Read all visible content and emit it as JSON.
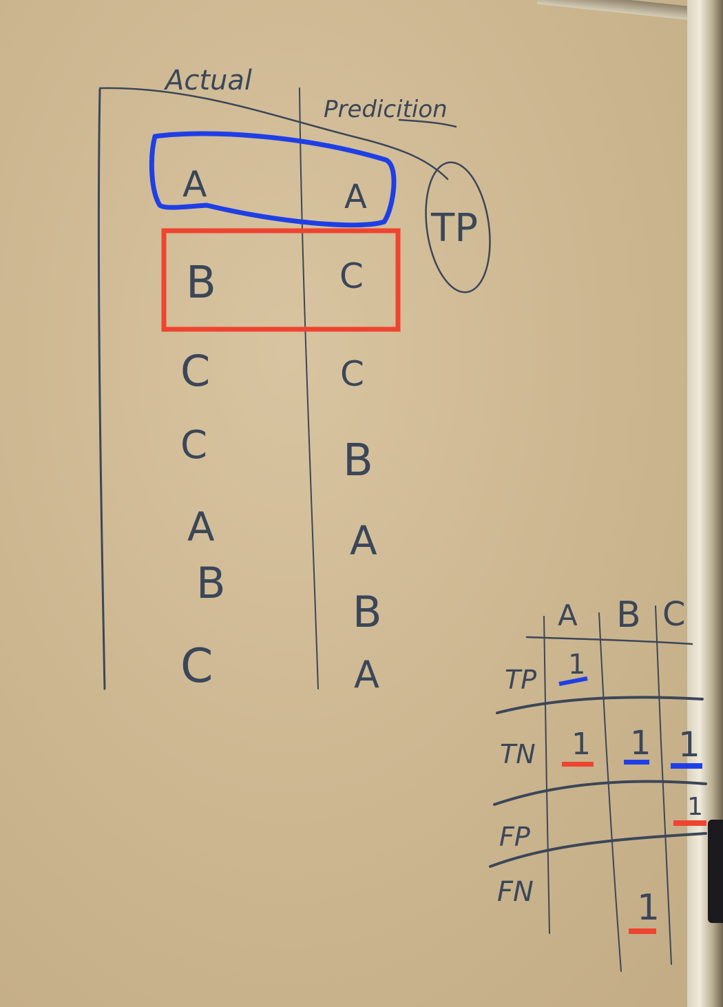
{
  "headers": {
    "actual": "Actual",
    "predicted": "Predicition"
  },
  "rows": [
    {
      "actual": "A",
      "predicted": "A"
    },
    {
      "actual": "B",
      "predicted": "C"
    },
    {
      "actual": "C",
      "predicted": "C"
    },
    {
      "actual": "C",
      "predicted": "B"
    },
    {
      "actual": "A",
      "predicted": "A"
    },
    {
      "actual": "B",
      "predicted": "B"
    },
    {
      "actual": "C",
      "predicted": "A"
    }
  ],
  "callout": "TP",
  "highlight_colors": {
    "blue": "#1f3fe6",
    "red": "#ee4430"
  },
  "matrix": {
    "columns": [
      "A",
      "B",
      "C"
    ],
    "rows": [
      {
        "label": "TP",
        "cells": [
          "1",
          "",
          ""
        ]
      },
      {
        "label": "TN",
        "cells": [
          "1",
          "1",
          "1"
        ]
      },
      {
        "label": "FP",
        "cells": [
          "",
          "",
          "1"
        ]
      },
      {
        "label": "FN",
        "cells": [
          "",
          "1",
          ""
        ]
      }
    ]
  }
}
